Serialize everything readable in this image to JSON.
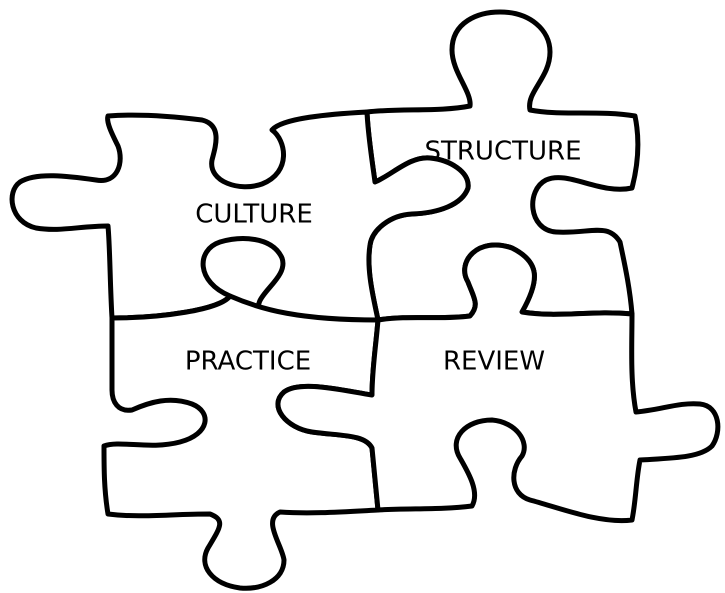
{
  "pieces": [
    {
      "id": "culture",
      "label": "CULTURE"
    },
    {
      "id": "structure",
      "label": "STRUCTURE"
    },
    {
      "id": "practice",
      "label": "PRACTICE"
    },
    {
      "id": "review",
      "label": "REVIEW"
    }
  ],
  "colors": {
    "outline": "#000000",
    "fill": "#ffffff"
  }
}
